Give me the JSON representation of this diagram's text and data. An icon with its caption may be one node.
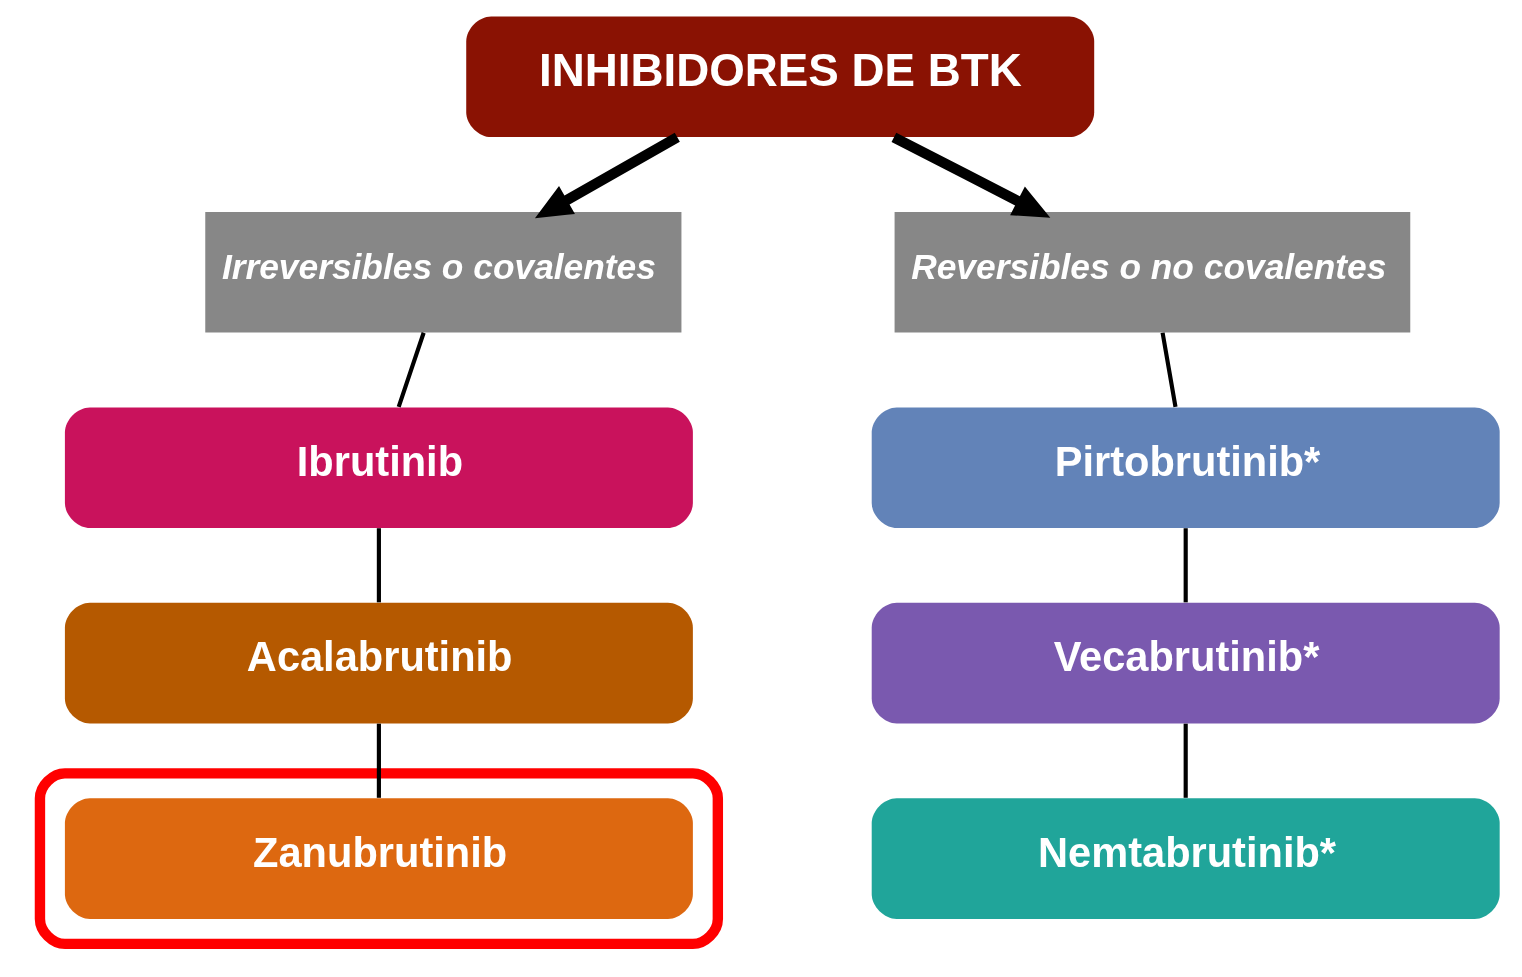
{
  "diagram": {
    "nodes": [
      {
        "text": [
          "INHIBIDORES DE BTK"
        ]
      },
      {
        "text": [
          "Irreversibles o covalentes"
        ]
      },
      {
        "text": [
          "Reversibles o no covalentes"
        ]
      },
      {
        "text": [
          "Ibrutinib"
        ]
      },
      {
        "text": [
          "Acalabrutinib"
        ]
      },
      {
        "text": [],
        "shape": "box"
      },
      {
        "text": [
          "Zanubrutinib"
        ],
        "in": 5
      },
      {
        "text": [
          "Pirtobrutinib*"
        ]
      },
      {
        "text": [
          "Vecabrutinib*"
        ]
      },
      {
        "text": [
          "Nemtabrutinib*"
        ]
      }
    ],
    "edges": [
      {
        "from": 0,
        "to": 1,
        "arrow": "to",
        "style": "thick"
      },
      {
        "from": 0,
        "to": 2,
        "arrow": "to",
        "style": "thick"
      },
      {
        "from": 1,
        "to": 3,
        "arrow": "none"
      },
      {
        "from": 3,
        "to": 4,
        "arrow": "none"
      },
      {
        "from": 4,
        "to": 6,
        "arrow": "none"
      },
      {
        "from": 2,
        "to": 7,
        "arrow": "none"
      },
      {
        "from": 7,
        "to": 8,
        "arrow": "none"
      },
      {
        "from": 8,
        "to": 9,
        "arrow": "none"
      }
    ]
  }
}
